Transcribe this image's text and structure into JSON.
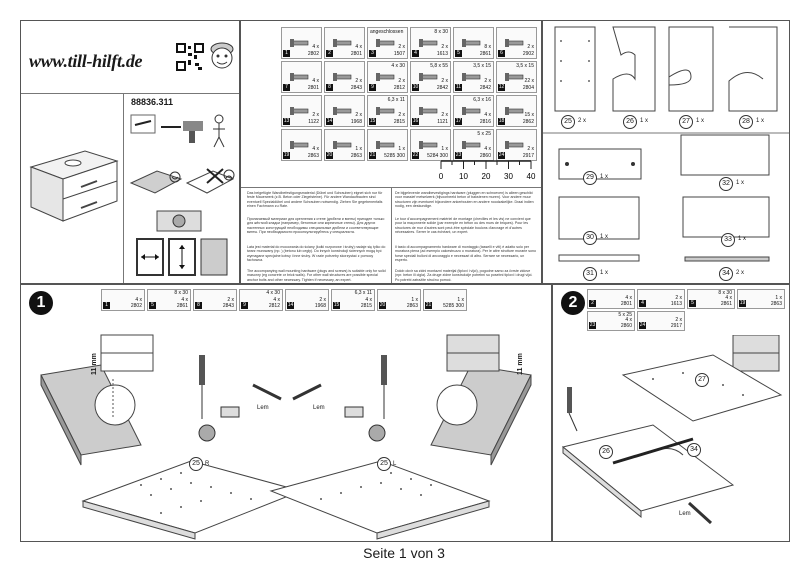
{
  "header": {
    "brand": "www.till-hilft.de",
    "article_number": "88836.311"
  },
  "hardware_top": [
    {
      "id": "1",
      "qty": "4 x",
      "code": "2802"
    },
    {
      "id": "2",
      "qty": "4 x",
      "code": "2801"
    },
    {
      "id": "3",
      "qty": "2 x",
      "code": "1507",
      "name": "angeschlossen"
    },
    {
      "id": "4",
      "qty": "2 x",
      "code": "1613",
      "size": "8 x 30"
    },
    {
      "id": "5",
      "qty": "8 x",
      "code": "2861",
      "size": ""
    },
    {
      "id": "6",
      "qty": "2 x",
      "code": "2902"
    },
    {
      "id": "7",
      "qty": "4 x",
      "code": "2801"
    },
    {
      "id": "8",
      "qty": "2 x",
      "code": "2843"
    },
    {
      "id": "9",
      "qty": "2 x",
      "code": "2812",
      "size": "4 x 30"
    },
    {
      "id": "10",
      "qty": "2 x",
      "code": "2842",
      "size": "5,8 x 55"
    },
    {
      "id": "11",
      "qty": "2 x",
      "code": "2842",
      "size": "3,5 x 15"
    },
    {
      "id": "12",
      "qty": "22 x",
      "code": "2804",
      "size": "3,5 x 15"
    },
    {
      "id": "13",
      "qty": "2 x",
      "code": "1122"
    },
    {
      "id": "14",
      "qty": "2 x",
      "code": "1968"
    },
    {
      "id": "15",
      "qty": "2 x",
      "code": "2815",
      "size": "6,3 x 11"
    },
    {
      "id": "16",
      "qty": "2 x",
      "code": "1121"
    },
    {
      "id": "17",
      "qty": "4 x",
      "code": "2816",
      "size": "6,3 x 16"
    },
    {
      "id": "18",
      "qty": "15 x",
      "code": "2862",
      "size": ""
    },
    {
      "id": "19",
      "qty": "4 x",
      "code": "2863"
    },
    {
      "id": "20",
      "qty": "1 x",
      "code": "2863"
    },
    {
      "id": "21",
      "qty": "1 x",
      "code": "5285 300"
    },
    {
      "id": "22",
      "qty": "1 x",
      "code": "5284 300"
    },
    {
      "id": "23",
      "qty": "4 x",
      "code": "2860",
      "size": "5 x 25"
    },
    {
      "id": "24",
      "qty": "2 x",
      "code": "2917"
    }
  ],
  "ruler": {
    "ticks": [
      "0",
      "10",
      "20",
      "30",
      "40"
    ]
  },
  "panels": [
    {
      "id": "25",
      "qty": "2 x"
    },
    {
      "id": "26",
      "qty": "1 x"
    },
    {
      "id": "27",
      "qty": "1 x"
    },
    {
      "id": "28",
      "qty": "1 x"
    },
    {
      "id": "29",
      "qty": "1 x"
    },
    {
      "id": "30",
      "qty": "1 x"
    },
    {
      "id": "31",
      "qty": "1 x"
    },
    {
      "id": "32",
      "qty": "1 x"
    },
    {
      "id": "33",
      "qty": "1 x"
    },
    {
      "id": "34",
      "qty": "2 x"
    }
  ],
  "notes": {
    "de": "Das beigefügte Wandbefestigungsmaterial (Dübel und Schrauben) eignet sich nur für feste Mauerwerk (z.B. Beton oder Ziegelsteine). Für andere Wandaufbauten sind eventuell Spezialdübel und andere Schrauben notwendig. Ziehen Sie gegebenenfalls einen Fachmann zu Rate.",
    "ru": "Прилагаемый материал для крепления к стене (дюбели и винты) пригоден только для жёсткой кладки (например, бетонные или кирпичные стены). Для других настенных конструкций необходимы специальные дюбели и соответствующие винты. При необходимости проконсультируйтесь у специалиста.",
    "en": "The accompanying wall mounting hardware (plugs and screws) is suitable only for solid masonry (eg concrete or brick walls). For other wall structures are possible special anchor bolts and other necessary. Tighten if necessary, an expert.",
    "cs": "Lata jest materiał do mocowania do ściany (kołki rozporowe i śruby) nadaje się tylko do twarz murowany (np. ) (betonu lub cegły). Do innych konstrukcji ściennych mogą być wymagane specjalne kotwy i inne śruby. W razie potrzeby skorzystać z pomocy fachowca.",
    "nl": "De bijgeleverde wandbevestigings hardware (pluggen en schroeven) is alleen geschikt voor massief metselwerk (bijvoorbeeld beton of bakstenen muren). Voor andere muur structuren zijn eventueel bijzondere ankerbouten en andere noodzakelijke. Draai indien nodig, een deskundige.",
    "fr": "Le tour d'accompagnement matériel de montage (chevilles et les vis) ne convient que pour la maçonnerie solide (par exemple en béton ou des murs de briques). Pour les structures de mur d'autres sont peut-être spéciale boulons d'ancrage et d'autres nécessaires. Serrer le cas échéant, un expert.",
    "it": "Il tasto di accompagnamento hardware di montaggio (tasselli e viti) è adatto solo per muratura piena (ad esempio calcestruzzo o muratura). Per le altre strutture murarie sono forse speciali bulloni di ancoraggio e necessari di altro. Serrare se necessario, un esperto.",
    "sk": "Dolob okvir sa zidni montazni materijal (tiplovi i vijci), pogodne samo za čvrste zidove (npr. beton ili cigla). Za druge zidne konstrukcije potrebni su posebni tiplovi i drugi vijci. Po potrebi zatražite stručnu pomoć."
  },
  "step1": {
    "number": "1",
    "parts": [
      {
        "id": "1",
        "qty": "4 x",
        "code": "2802"
      },
      {
        "id": "5",
        "qty": "4 x",
        "code": "2861",
        "size": "8 x 30"
      },
      {
        "id": "8",
        "qty": "2 x",
        "code": "2843"
      },
      {
        "id": "9",
        "qty": "4 x",
        "code": "2812",
        "size": "4 x 30"
      },
      {
        "id": "14",
        "qty": "2 x",
        "code": "1968"
      },
      {
        "id": "15",
        "qty": "4 x",
        "code": "2815",
        "size": "6,3 x 11"
      },
      {
        "id": "20",
        "qty": "1 x",
        "code": "2863"
      },
      {
        "id": "21",
        "qty": "1 x",
        "code": "5285 300"
      }
    ],
    "dimension": "11 mm",
    "labels": {
      "left_panel": "25",
      "left_side": "R",
      "right_panel": "25",
      "right_side": "L",
      "lem": "Lem"
    }
  },
  "step2": {
    "number": "2",
    "parts": [
      {
        "id": "2",
        "qty": "4 x",
        "code": "2801"
      },
      {
        "id": "4",
        "qty": "2 x",
        "code": "1613"
      },
      {
        "id": "5",
        "qty": "4 x",
        "code": "2861",
        "size": "8 x 30"
      },
      {
        "id": "19",
        "qty": "1 x",
        "code": "2863"
      },
      {
        "id": "23",
        "qty": "4 x",
        "code": "2860",
        "size": "5 x 25"
      },
      {
        "id": "24",
        "qty": "2 x",
        "code": "2917"
      }
    ],
    "labels": {
      "upper_panel": "27",
      "lower_panel": "26",
      "rail": "34",
      "lem": "Lem"
    }
  },
  "footer": {
    "page": "Seite 1 von 3"
  }
}
